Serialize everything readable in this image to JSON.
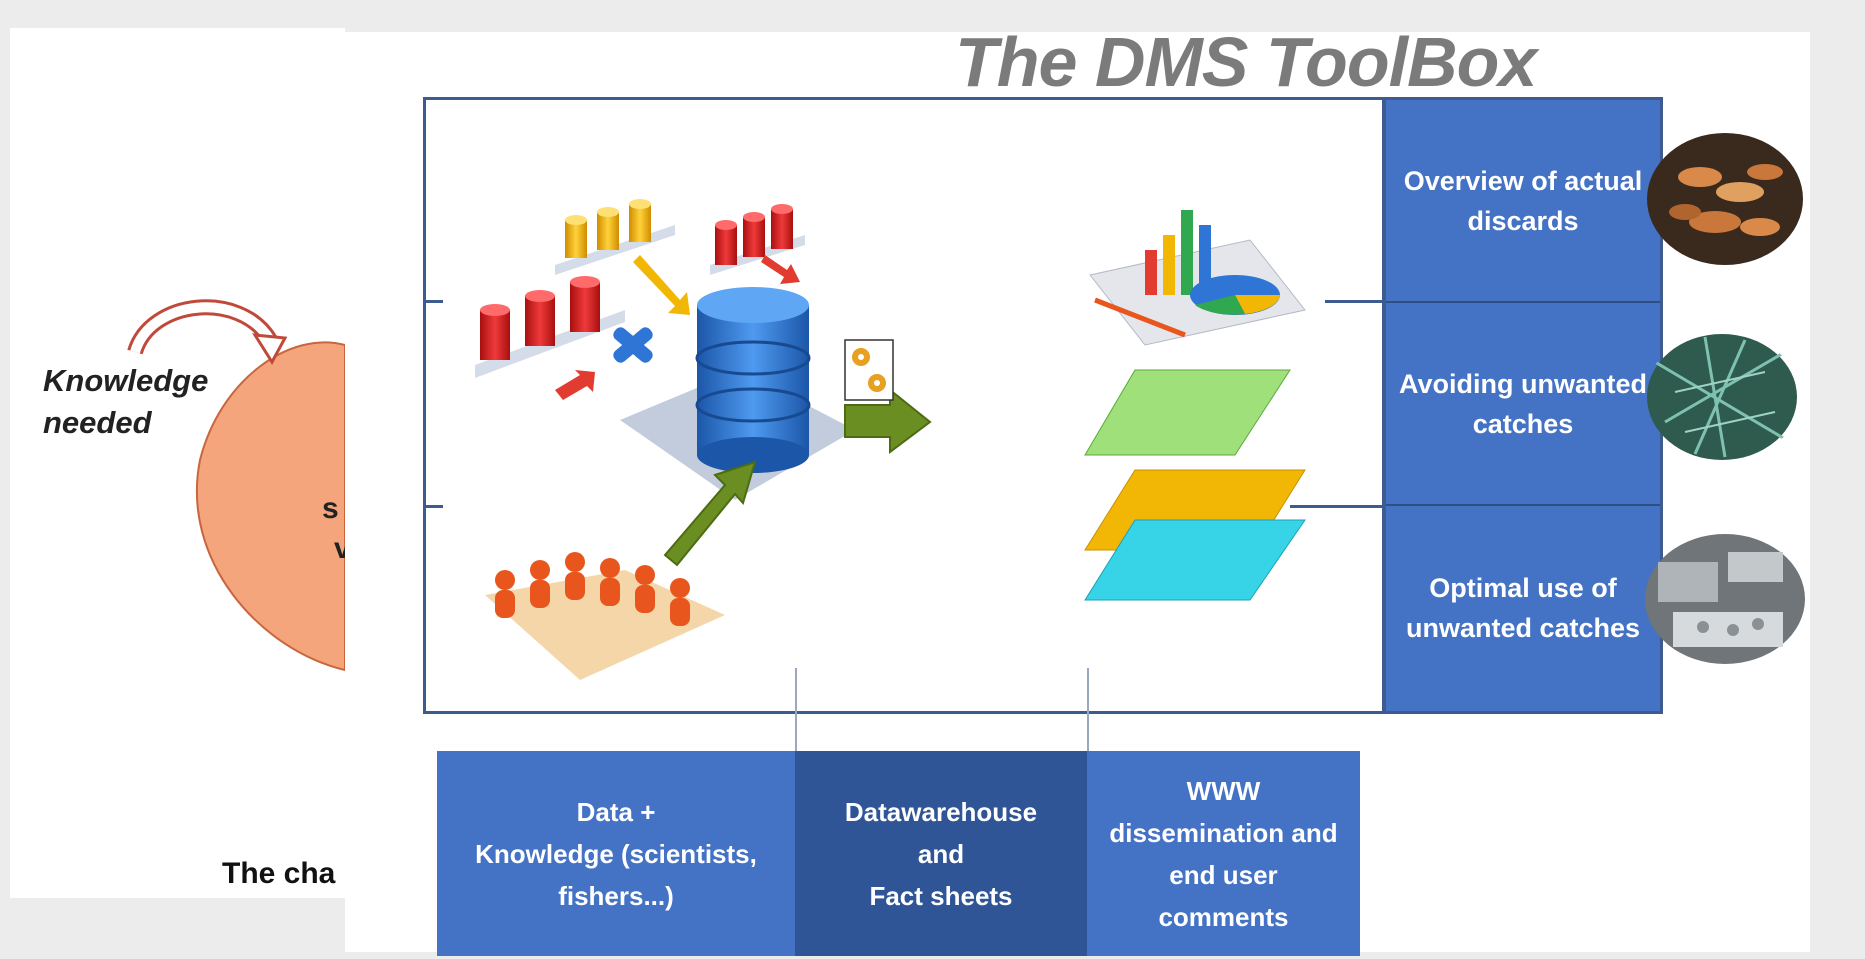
{
  "background_slide": {
    "knowledge_label": [
      "Knowledge",
      "needed"
    ],
    "challenge_text_fragment": "The cha",
    "blob_letters": [
      "s",
      "v"
    ]
  },
  "main_slide": {
    "title": "The DMS ToolBox",
    "side_items": [
      {
        "label_lines": [
          "Overview of actual",
          "discards"
        ]
      },
      {
        "label_lines": [
          "Avoiding unwanted",
          "catches"
        ]
      },
      {
        "label_lines": [
          "Optimal use of",
          "unwanted catches"
        ]
      }
    ],
    "bottom_boxes": [
      {
        "label_lines": [
          "Data +",
          "Knowledge (scientists,",
          "fishers...)"
        ]
      },
      {
        "label_lines": [
          "Datawarehouse",
          "and",
          "Fact sheets"
        ]
      },
      {
        "label_lines": [
          "WWW",
          "dissemination and",
          "end user",
          "comments"
        ]
      }
    ]
  },
  "colors": {
    "panel_blue": "#4472c4",
    "panel_dark_blue": "#2f5597",
    "frame_border": "#3d5b8e",
    "title_gray": "#7b7b7b",
    "arrow_green": "#6b8e23",
    "cylinder_red": "#d61f1f",
    "cylinder_yellow": "#f2b705",
    "database_blue": "#2e75d6",
    "blob_orange": "#f4a57c"
  },
  "icons": [
    "curved-arrow-icon",
    "database-icon",
    "gear-icon",
    "chart-icon",
    "people-icon",
    "cross-icon"
  ]
}
